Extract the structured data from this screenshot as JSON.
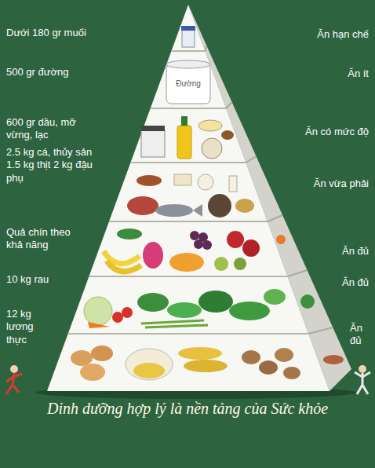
{
  "diagram": {
    "caption": "Dinh dưỡng hợp lý là nền tảng của Sức khỏe",
    "nodes": [
      {
        "text": [
          "Dưới 180 gr muối",
          "Ăn hạn chế"
        ]
      },
      {
        "text": [
          "500 gr đường",
          "Ăn ít"
        ]
      },
      {
        "text": [
          "600 gr dầu, mỡ vừng, lạc",
          "Ăn có mức độ"
        ]
      },
      {
        "text": [
          "2.5 kg cá, thủy sản 1.5 kg thịt 2 kg đậu phụ",
          "Ăn vừa phải"
        ]
      },
      {
        "text": [
          "Quả chín theo khả năng",
          "Ăn đủ"
        ]
      },
      {
        "text": [
          "10 kg rau",
          "Ăn đủ"
        ]
      },
      {
        "text": [
          "12 kg lương thực",
          "Ăn đủ"
        ]
      }
    ],
    "labels": [
      "Đường"
    ]
  }
}
